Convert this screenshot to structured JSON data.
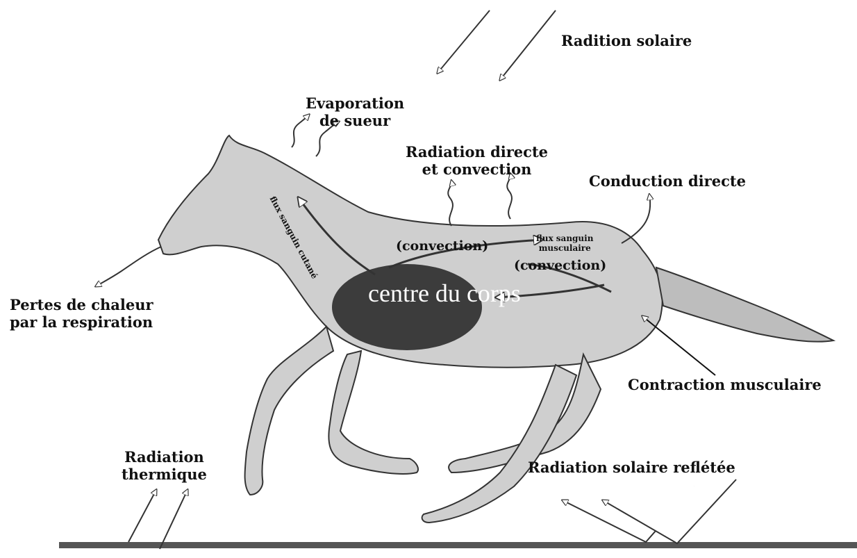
{
  "labels": {
    "radiation_solaire": "Radition solaire",
    "evaporation": [
      "Evaporation",
      "de sueur"
    ],
    "radiation_directe": [
      "Radiation directe",
      "et convection"
    ],
    "conduction_directe": "Conduction directe",
    "flux_cutane": "flux sanguin cutané",
    "convection_1": "(convection)",
    "flux_musculaire": [
      "flux sanguin",
      "musculaire"
    ],
    "convection_2": "(convection)",
    "centre_du_corps": [
      "centre du",
      "corps"
    ],
    "pertes_chaleur": [
      "Pertes de chaleur",
      "par la respiration"
    ],
    "contraction": "Contraction musculaire",
    "radiation_thermique": [
      "Radiation",
      "thermique"
    ],
    "radiation_reflechie": "Radiation solaire reflétée"
  },
  "colors": {
    "ink": "#111111",
    "core": "#3c3c3c",
    "horse": "#bdbdbd",
    "ground": "#555555"
  }
}
